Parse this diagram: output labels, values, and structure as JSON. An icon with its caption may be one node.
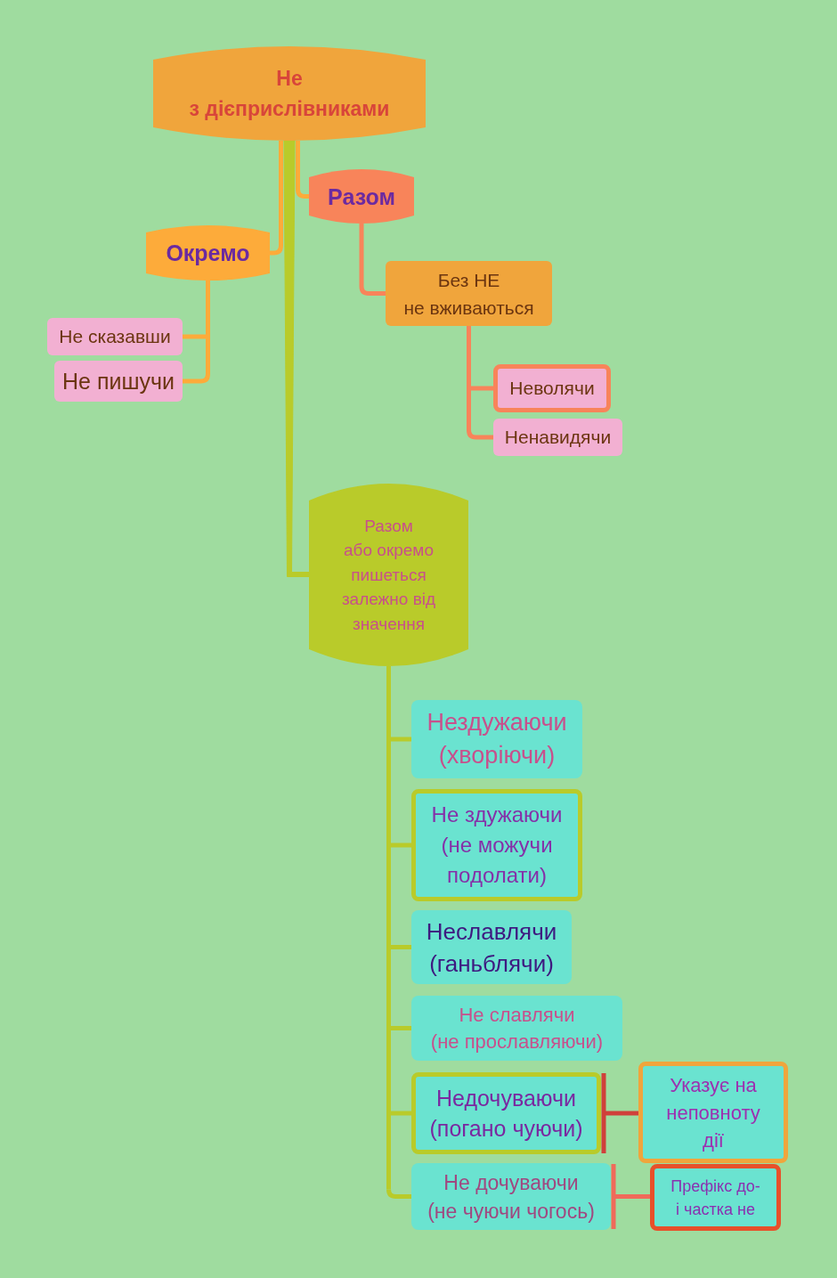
{
  "diagram": {
    "nodes": [
      {
        "text": [
          "Не з дієприслівниками"
        ]
      },
      {
        "text": [
          "Разом"
        ]
      },
      {
        "text": [
          "Окремо"
        ]
      },
      {
        "text": [
          "Не сказавши"
        ]
      },
      {
        "text": [
          "Не пишучи"
        ]
      },
      {
        "text": [
          "Без НЕ не вживаються"
        ]
      },
      {
        "text": [
          "Неволячи"
        ]
      },
      {
        "text": [
          "Ненавидячи"
        ]
      },
      {
        "text": [
          "Разом або окремо пишеться залежно від значення"
        ]
      },
      {
        "text": [
          "Нездужаючи (хворіючи)"
        ]
      },
      {
        "text": [
          "Не здужаючи (не можучи подолати)"
        ]
      },
      {
        "text": [
          "Неславлячи (ганьблячи)"
        ]
      },
      {
        "text": [
          "Не славлячи (не прославляючи)"
        ]
      },
      {
        "text": [
          "Недочуваючи (погано чуючи)"
        ]
      },
      {
        "text": [
          "Указує на неповноту дії"
        ]
      },
      {
        "text": [
          "Не дочуваючи (не чуючи чогось)"
        ]
      },
      {
        "text": [
          "Префікс до- і частка не"
        ]
      }
    ],
    "edges": [
      {
        "from": 0,
        "to": 1,
        "arrow": "none",
        "color": "#fdab3a"
      },
      {
        "from": 0,
        "to": 2,
        "arrow": "none",
        "color": "#fdab3a"
      },
      {
        "from": 0,
        "to": 8,
        "arrow": "none",
        "style": "thick"
      },
      {
        "from": 1,
        "to": 5,
        "arrow": "none",
        "color": "#f8845a"
      },
      {
        "from": 5,
        "to": 6,
        "arrow": "none",
        "color": "#f8845a"
      },
      {
        "from": 5,
        "to": 7,
        "arrow": "none",
        "color": "#f8845a"
      },
      {
        "from": 2,
        "to": 3,
        "arrow": "none",
        "color": "#fdab3a"
      },
      {
        "from": 2,
        "to": 4,
        "arrow": "none",
        "color": "#fdab3a"
      },
      {
        "from": 8,
        "to": 9,
        "arrow": "none"
      },
      {
        "from": 8,
        "to": 10,
        "arrow": "none"
      },
      {
        "from": 8,
        "to": 11,
        "arrow": "none"
      },
      {
        "from": 8,
        "to": 12,
        "arrow": "none"
      },
      {
        "from": 8,
        "to": 13,
        "arrow": "none"
      },
      {
        "from": 8,
        "to": 15,
        "arrow": "none"
      },
      {
        "from": 13,
        "to": 14,
        "arrow": "none",
        "color": "#d0403a"
      },
      {
        "from": 15,
        "to": 16,
        "arrow": "none",
        "color": "#f06a5a"
      }
    ]
  }
}
